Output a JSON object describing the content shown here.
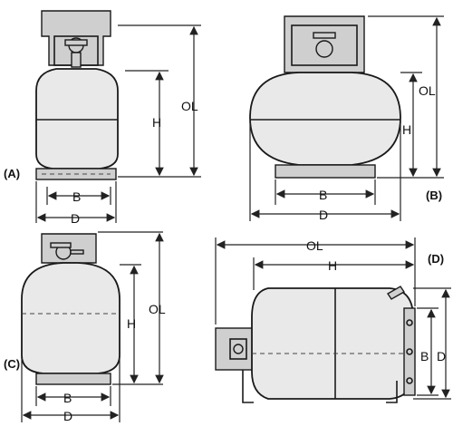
{
  "views": {
    "a": {
      "tag": "(A)",
      "ol": "OL",
      "h": "H",
      "b": "B",
      "d": "D"
    },
    "b": {
      "tag": "(B)",
      "ol": "OL",
      "h": "H",
      "b": "B",
      "d": "D"
    },
    "c": {
      "tag": "(C)",
      "ol": "OL",
      "h": "H",
      "b": "B",
      "d": "D"
    },
    "d": {
      "tag": "(D)",
      "ol": "OL",
      "h": "H",
      "b": "B",
      "d": "D"
    }
  }
}
